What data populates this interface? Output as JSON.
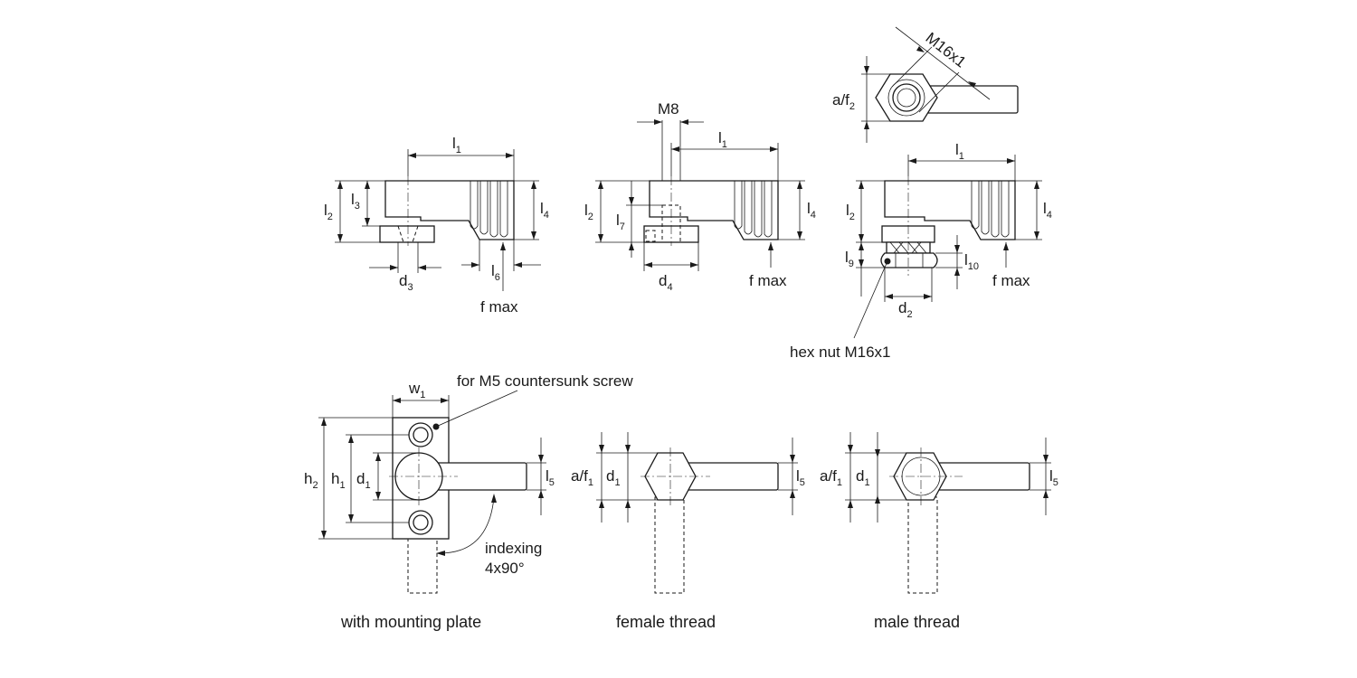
{
  "callouts": {
    "m8": "M8",
    "m16x1": "M16x1",
    "f_max": "f max",
    "hex_nut": "hex nut M16x1",
    "countersunk": "for M5 countersunk screw",
    "indexing_line1": "indexing",
    "indexing_line2": "4x90°"
  },
  "dimensions": {
    "l": "l",
    "d": "d",
    "h": "h",
    "w": "w",
    "af": "a/f",
    "sub_1": "1",
    "sub_2": "2",
    "sub_3": "3",
    "sub_4": "4",
    "sub_5": "5",
    "sub_6": "6",
    "sub_7": "7",
    "sub_9": "9",
    "sub_10": "10"
  },
  "captions": {
    "mounting_plate": "with mounting plate",
    "female_thread": "female thread",
    "male_thread": "male thread"
  }
}
